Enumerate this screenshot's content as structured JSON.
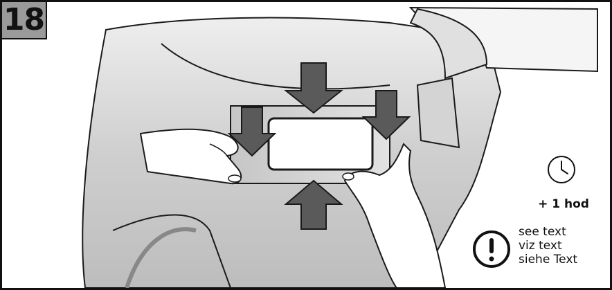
{
  "step": {
    "number": "18"
  },
  "duration": {
    "icon": "clock-icon",
    "label": "+ 1 hod"
  },
  "notice": {
    "icon": "exclamation-icon",
    "lines": [
      "see text",
      "viz text",
      "siehe Text"
    ]
  },
  "illustration": {
    "arrows": [
      "arrow-down",
      "arrow-down",
      "arrow-down",
      "arrow-up"
    ],
    "colors": {
      "arrow": "#5a5a5a",
      "body": "#d9d9d9",
      "outline": "#1a1a1a"
    }
  }
}
